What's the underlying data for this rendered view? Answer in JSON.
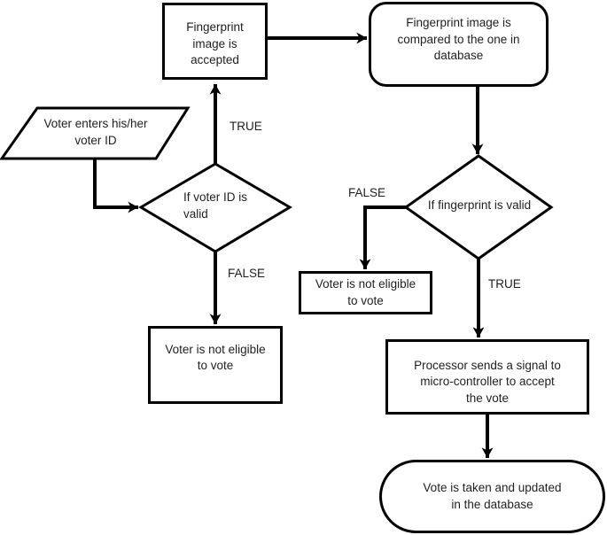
{
  "canvas": {
    "background": "#ffffff",
    "line_color": "#000000",
    "text_color": "#1f1f1f"
  },
  "diagram": {
    "type": "flowchart",
    "nodes": {
      "voter_enters_id": {
        "shape": "parallelogram",
        "label": "Voter enters his/her\nvoter ID"
      },
      "fingerprint_accepted": {
        "shape": "rectangle",
        "label": "Fingerprint\nimage is\naccepted"
      },
      "fingerprint_compared": {
        "shape": "rounded-rectangle",
        "label": "Fingerprint image is\ncompared to the one in\ndatabase"
      },
      "voter_id_valid": {
        "shape": "diamond",
        "label": "If voter ID is\nvalid"
      },
      "not_eligible_left": {
        "shape": "rectangle",
        "label": "Voter is not eligible\nto vote"
      },
      "fingerprint_valid": {
        "shape": "diamond",
        "label": "If fingerprint is valid"
      },
      "not_eligible_right": {
        "shape": "rectangle",
        "label": "Voter is not eligible\nto vote"
      },
      "processor_signal": {
        "shape": "rectangle",
        "label": "Processor sends a signal to\nmicro-controller to accept\nthe vote"
      },
      "vote_taken": {
        "shape": "stadium",
        "label": "Vote is taken and updated\nin the database"
      }
    },
    "edge_labels": {
      "voter_id_true": "TRUE",
      "voter_id_false": "FALSE",
      "fingerprint_false": "FALSE",
      "fingerprint_true": "TRUE"
    }
  }
}
